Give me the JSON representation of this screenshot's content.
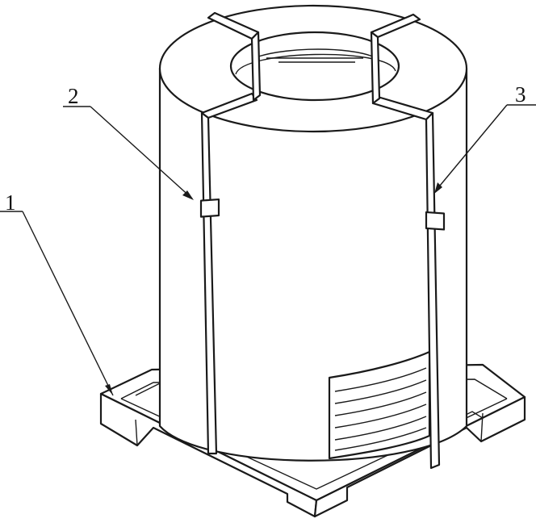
{
  "callouts": [
    {
      "id": "1",
      "text": "1"
    },
    {
      "id": "2",
      "text": "2"
    },
    {
      "id": "3",
      "text": "3"
    }
  ],
  "colors": {
    "line": "#1a1a1a",
    "background": "#ffffff"
  }
}
